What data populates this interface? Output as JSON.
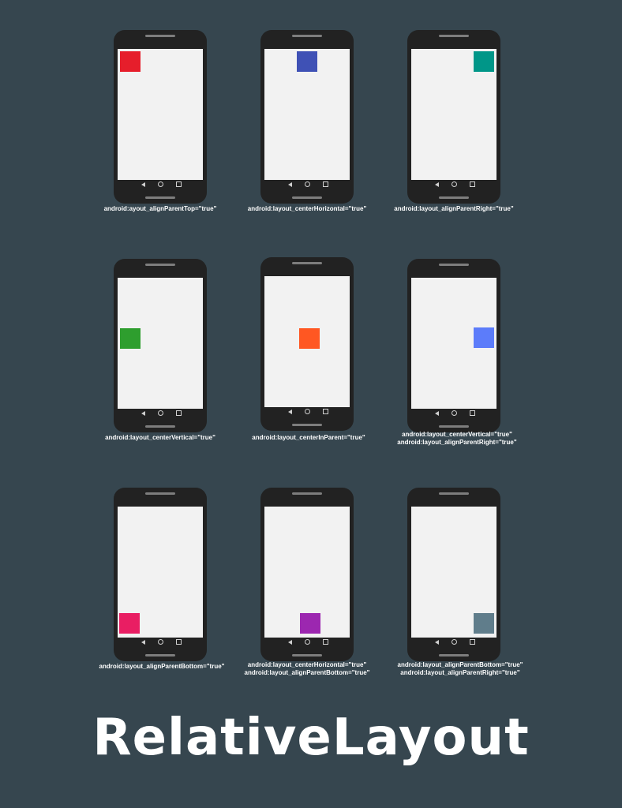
{
  "title": "RelativeLayout",
  "panels": [
    {
      "box_color": "#e61e2b",
      "caption": [
        "android:ayout_alignParentTop=\"true\""
      ]
    },
    {
      "box_color": "#3f51b5",
      "caption": [
        "android:layout_centerHorizontal=\"true\""
      ]
    },
    {
      "box_color": "#009688",
      "caption": [
        "android:layout_alignParentRight=\"true\""
      ]
    },
    {
      "box_color": "#2e9e2e",
      "caption": [
        "android:layout_centerVertical=\"true\""
      ]
    },
    {
      "box_color": "#ff5722",
      "caption": [
        "android:layout_centerInParent=\"true\""
      ]
    },
    {
      "box_color": "#5c7cfa",
      "caption": [
        "android:layout_centerVertical=\"true\"",
        "android:layout_alignParentRight=\"true\""
      ]
    },
    {
      "box_color": "#e91e63",
      "caption": [
        "android:layout_alignParentBottom=\"true\""
      ]
    },
    {
      "box_color": "#9c27b0",
      "caption": [
        "android:layout_centerHorizontal=\"true\"",
        "android:layout_alignParentBottom=\"true\""
      ]
    },
    {
      "box_color": "#607d8b",
      "caption": [
        "android:layout_alignParentBottom=\"true\"",
        "android:layout_alignParentRight=\"true\""
      ]
    }
  ]
}
